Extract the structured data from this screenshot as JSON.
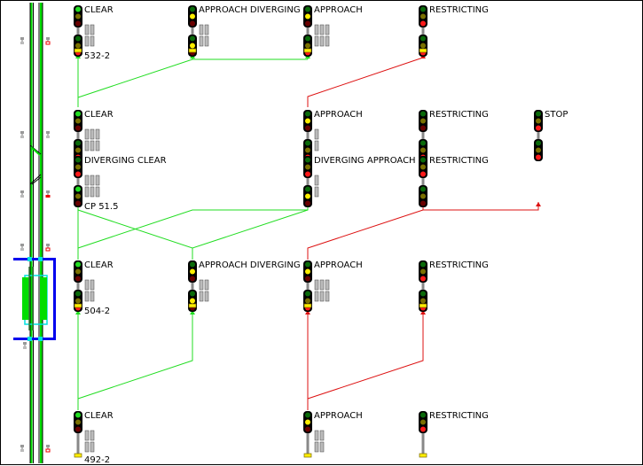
{
  "colors": {
    "clear_route": "#22dd22",
    "restrictive_route": "#dd1111",
    "track_occupied": "#00dd00",
    "blue_block": "#0000ee",
    "cyan_block": "#00e0e0",
    "lamp_green_on": "#22dd22",
    "lamp_green_off": "#0a6a0a",
    "lamp_yellow_on": "#ffee00",
    "lamp_yellow_off": "#7a7000",
    "lamp_red_on": "#ff1a1a",
    "lamp_red_off": "#6a0000",
    "base_yellow": "#ffee00"
  },
  "signals": [
    {
      "id": "r1c1",
      "aspect": "CLEAR",
      "heads": 2,
      "top": [
        "G",
        "-",
        "-"
      ],
      "bottom": [
        "-",
        "-",
        "R"
      ],
      "plate": "532-2",
      "base": true
    },
    {
      "id": "r1c2",
      "aspect": "APPROACH DIVERGING",
      "heads": 2,
      "top": [
        "-",
        "Y",
        "-"
      ],
      "bottom": [
        "-",
        "Y",
        "-"
      ],
      "plate": "",
      "base": true
    },
    {
      "id": "r1c3",
      "aspect": "APPROACH",
      "heads": 2,
      "top": [
        "-",
        "Y",
        "-"
      ],
      "bottom": [
        "-",
        "-",
        "R"
      ],
      "plate": "",
      "base": true
    },
    {
      "id": "r1c4",
      "aspect": "RESTRICTING",
      "heads": 2,
      "top": [
        "-",
        "-",
        "R"
      ],
      "bottom": [
        "-",
        "-",
        "R"
      ],
      "plate": "",
      "base": true
    },
    {
      "id": "r2c1",
      "aspect": "CLEAR",
      "heads": 2,
      "top": [
        "G",
        "-",
        "-"
      ],
      "bottom": [
        "-",
        "-",
        "R"
      ],
      "plate": "",
      "base": false
    },
    {
      "id": "r2c1b",
      "aspect": "DIVERGING CLEAR",
      "heads": 2,
      "top": [
        "-",
        "-",
        "R"
      ],
      "bottom": [
        "G",
        "-",
        "-"
      ],
      "plate": "CP 51.5",
      "base": false
    },
    {
      "id": "r2c3",
      "aspect": "APPROACH",
      "heads": 2,
      "top": [
        "-",
        "Y",
        "-"
      ],
      "bottom": [
        "-",
        "-",
        "R"
      ],
      "plate": "",
      "base": false
    },
    {
      "id": "r2c3b",
      "aspect": "DIVERGING APPROACH",
      "heads": 2,
      "top": [
        "-",
        "-",
        "R"
      ],
      "bottom": [
        "-",
        "Y",
        "-"
      ],
      "plate": "",
      "base": false
    },
    {
      "id": "r2c4",
      "aspect": "RESTRICTING",
      "heads": 2,
      "top": [
        "-",
        "-",
        "-"
      ],
      "bottom": [
        "-",
        "-",
        "R"
      ],
      "plate": "",
      "base": false
    },
    {
      "id": "r2c4b",
      "aspect": "RESTRICTING",
      "heads": 2,
      "top": [
        "-",
        "-",
        "R"
      ],
      "bottom": [
        "-",
        "-",
        "-"
      ],
      "plate": "",
      "base": false
    },
    {
      "id": "r2c5",
      "aspect": "STOP",
      "heads": 2,
      "top": [
        "-",
        "-",
        "R"
      ],
      "bottom": [
        "-",
        "-",
        "R"
      ],
      "plate": "",
      "base": false
    },
    {
      "id": "r3c1",
      "aspect": "CLEAR",
      "heads": 2,
      "top": [
        "G",
        "-",
        "-"
      ],
      "bottom": [
        "-",
        "-",
        "R"
      ],
      "plate": "504-2",
      "base": true
    },
    {
      "id": "r3c2",
      "aspect": "APPROACH DIVERGING",
      "heads": 2,
      "top": [
        "-",
        "Y",
        "-"
      ],
      "bottom": [
        "-",
        "Y",
        "-"
      ],
      "plate": "",
      "base": true
    },
    {
      "id": "r3c3",
      "aspect": "APPROACH",
      "heads": 2,
      "top": [
        "-",
        "Y",
        "-"
      ],
      "bottom": [
        "-",
        "-",
        "R"
      ],
      "plate": "",
      "base": true
    },
    {
      "id": "r3c4",
      "aspect": "RESTRICTING",
      "heads": 2,
      "top": [
        "-",
        "-",
        "R"
      ],
      "bottom": [
        "-",
        "-",
        "R"
      ],
      "plate": "",
      "base": true
    },
    {
      "id": "r4c1",
      "aspect": "CLEAR",
      "heads": 1,
      "top": [
        "G",
        "-",
        "-"
      ],
      "plate": "492-2",
      "base": true
    },
    {
      "id": "r4c3",
      "aspect": "APPROACH",
      "heads": 1,
      "top": [
        "-",
        "Y",
        "-"
      ],
      "plate": "",
      "base": true
    },
    {
      "id": "r4c4",
      "aspect": "RESTRICTING",
      "heads": 1,
      "top": [
        "-",
        "-",
        "R"
      ],
      "plate": "",
      "base": true
    }
  ]
}
